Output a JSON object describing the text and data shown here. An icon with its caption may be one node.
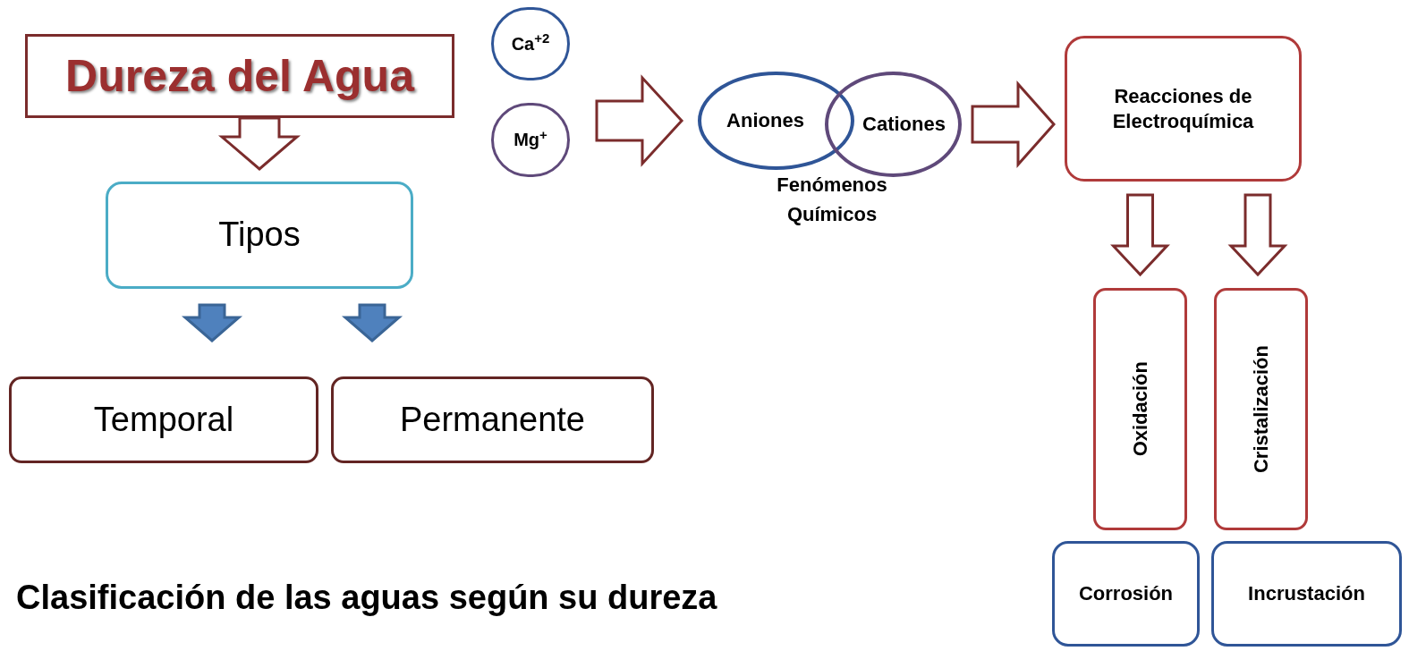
{
  "diagram": {
    "caption": "Clasificación de las aguas según su dureza",
    "nodes": [
      {
        "text": [
          "Dureza del Agua"
        ]
      },
      {
        "text": [
          "Tipos"
        ]
      },
      {
        "text": [
          "Temporal"
        ]
      },
      {
        "text": [
          "Permanente"
        ]
      },
      {
        "text": [
          "Ca$^{+2}$"
        ]
      },
      {
        "text": [
          "Mg$^{+}$"
        ]
      },
      {
        "text": [
          "Aniones"
        ]
      },
      {
        "text": [
          "Cationes"
        ]
      },
      {
        "text": [
          "Reacciones de Electroquímica"
        ]
      },
      {
        "text": [
          "Oxidación"
        ]
      },
      {
        "text": [
          "Cristalización"
        ]
      },
      {
        "text": [
          "Corrosión"
        ]
      },
      {
        "text": [
          "Incrustación"
        ]
      }
    ],
    "edges": [
      {
        "from": 0,
        "to": 1,
        "arrow": "to"
      },
      {
        "from": 1,
        "to": 2,
        "arrow": "to",
        "color": "#4f81bd"
      },
      {
        "from": 1,
        "to": 3,
        "arrow": "to",
        "color": "#4f81bd"
      },
      {
        "from": 4,
        "to": 6,
        "arrow": "to"
      },
      {
        "from": 5,
        "to": 6,
        "arrow": "to"
      },
      {
        "from": 7,
        "to": 8,
        "arrow": "to"
      },
      {
        "from": 8,
        "to": 9,
        "arrow": "to"
      },
      {
        "from": 8,
        "to": 10,
        "arrow": "to"
      }
    ],
    "labels": [
      "Fenómenos Químicos"
    ]
  }
}
